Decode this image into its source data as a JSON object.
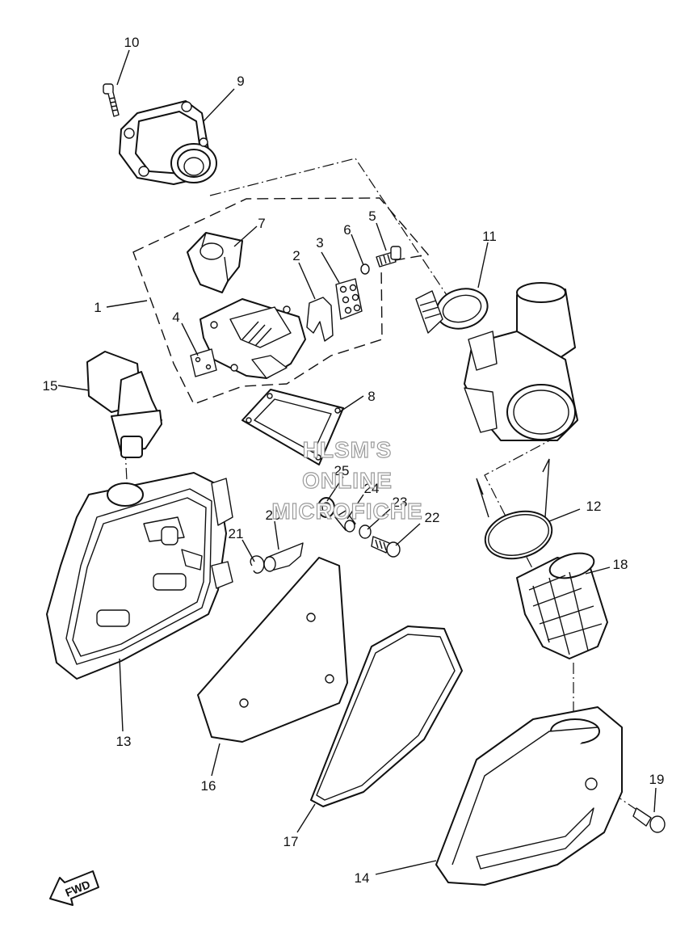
{
  "diagram": {
    "watermark": [
      "HLSM'S",
      "ONLINE",
      "MICROFICHE"
    ],
    "direction_marker": "FWD",
    "part_numbers": [
      "1",
      "2",
      "3",
      "4",
      "5",
      "6",
      "7",
      "8",
      "9",
      "10",
      "11",
      "12",
      "13",
      "14",
      "15",
      "16",
      "17",
      "18",
      "19",
      "20",
      "21",
      "22",
      "23",
      "24",
      "25"
    ]
  }
}
